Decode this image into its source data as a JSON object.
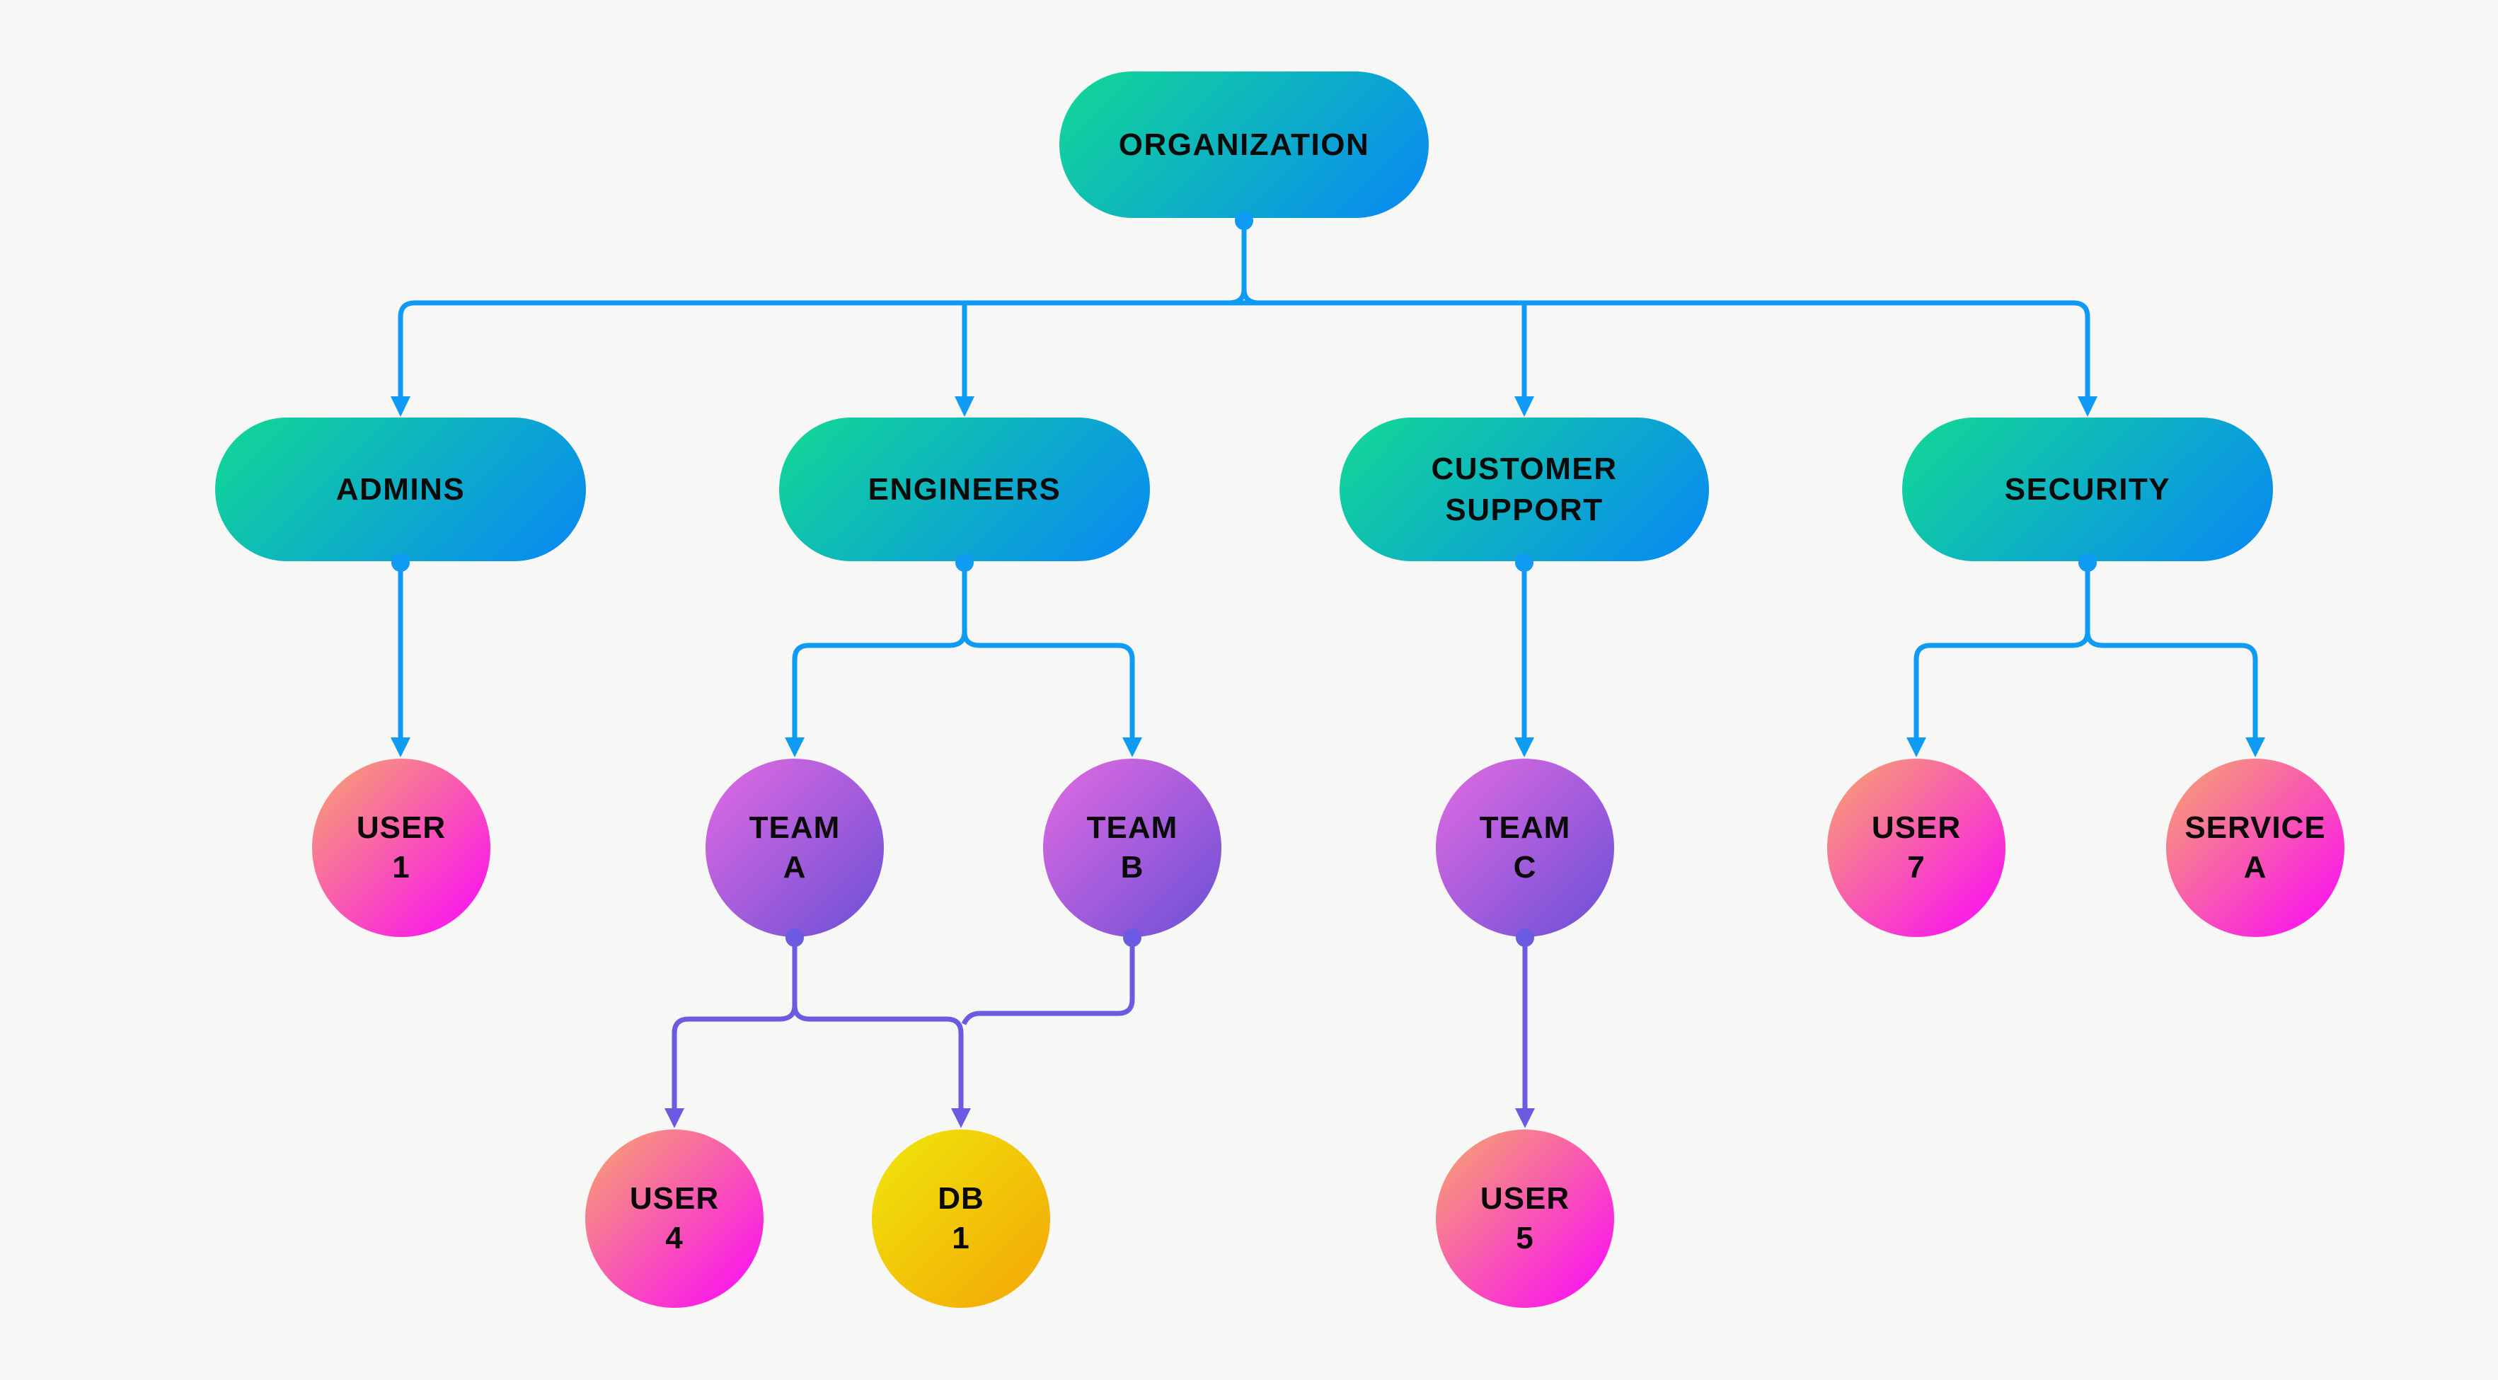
{
  "diagram": {
    "background_color": "#f7f7f6",
    "colors": {
      "edge_blue": "#0f9af3",
      "edge_purple": "#6b5ae2",
      "label_color": "#0a0a0a",
      "group_gradient_start": "#12d993",
      "group_gradient_end": "#0887f6",
      "team_gradient_start": "#e26ae2",
      "team_gradient_end": "#6a50d6",
      "user_gradient_start": "#f6a76b",
      "user_gradient_end": "#fb07fb",
      "db_gradient_start": "#efe70a",
      "db_gradient_end": "#f4a506"
    },
    "nodes": [
      {
        "id": "organization",
        "label": "ORGANIZATION",
        "lines": [
          "ORGANIZATION"
        ],
        "shape": "pill",
        "category": "group"
      },
      {
        "id": "admins",
        "label": "ADMINS",
        "lines": [
          "ADMINS"
        ],
        "shape": "pill",
        "category": "group"
      },
      {
        "id": "engineers",
        "label": "ENGINEERS",
        "lines": [
          "ENGINEERS"
        ],
        "shape": "pill",
        "category": "group"
      },
      {
        "id": "customer-support",
        "label": "CUSTOMER SUPPORT",
        "lines": [
          "CUSTOMER",
          "SUPPORT"
        ],
        "shape": "pill",
        "category": "group"
      },
      {
        "id": "security",
        "label": "SECURITY",
        "lines": [
          "SECURITY"
        ],
        "shape": "pill",
        "category": "group"
      },
      {
        "id": "user-1",
        "label": "USER 1",
        "lines": [
          "USER",
          "1"
        ],
        "shape": "circle",
        "category": "user"
      },
      {
        "id": "team-a",
        "label": "TEAM A",
        "lines": [
          "TEAM",
          "A"
        ],
        "shape": "circle",
        "category": "team"
      },
      {
        "id": "team-b",
        "label": "TEAM B",
        "lines": [
          "TEAM",
          "B"
        ],
        "shape": "circle",
        "category": "team"
      },
      {
        "id": "team-c",
        "label": "TEAM C",
        "lines": [
          "TEAM",
          "C"
        ],
        "shape": "circle",
        "category": "team"
      },
      {
        "id": "user-7",
        "label": "USER 7",
        "lines": [
          "USER",
          "7"
        ],
        "shape": "circle",
        "category": "user"
      },
      {
        "id": "service-a",
        "label": "SERVICE A",
        "lines": [
          "SERVICE",
          "A"
        ],
        "shape": "circle",
        "category": "user"
      },
      {
        "id": "user-4",
        "label": "USER 4",
        "lines": [
          "USER",
          "4"
        ],
        "shape": "circle",
        "category": "user"
      },
      {
        "id": "db-1",
        "label": "DB 1",
        "lines": [
          "DB",
          "1"
        ],
        "shape": "circle",
        "category": "db"
      },
      {
        "id": "user-5",
        "label": "USER 5",
        "lines": [
          "USER",
          "5"
        ],
        "shape": "circle",
        "category": "user"
      }
    ],
    "edges": [
      {
        "from": "organization",
        "to": "admins",
        "color": "blue"
      },
      {
        "from": "organization",
        "to": "engineers",
        "color": "blue"
      },
      {
        "from": "organization",
        "to": "customer-support",
        "color": "blue"
      },
      {
        "from": "organization",
        "to": "security",
        "color": "blue"
      },
      {
        "from": "admins",
        "to": "user-1",
        "color": "blue"
      },
      {
        "from": "engineers",
        "to": "team-a",
        "color": "blue"
      },
      {
        "from": "engineers",
        "to": "team-b",
        "color": "blue"
      },
      {
        "from": "customer-support",
        "to": "team-c",
        "color": "blue"
      },
      {
        "from": "security",
        "to": "user-7",
        "color": "blue"
      },
      {
        "from": "security",
        "to": "service-a",
        "color": "blue"
      },
      {
        "from": "team-a",
        "to": "user-4",
        "color": "purple"
      },
      {
        "from": "team-a",
        "to": "db-1",
        "color": "purple"
      },
      {
        "from": "team-b",
        "to": "db-1",
        "color": "purple"
      },
      {
        "from": "team-c",
        "to": "user-5",
        "color": "purple"
      }
    ]
  }
}
